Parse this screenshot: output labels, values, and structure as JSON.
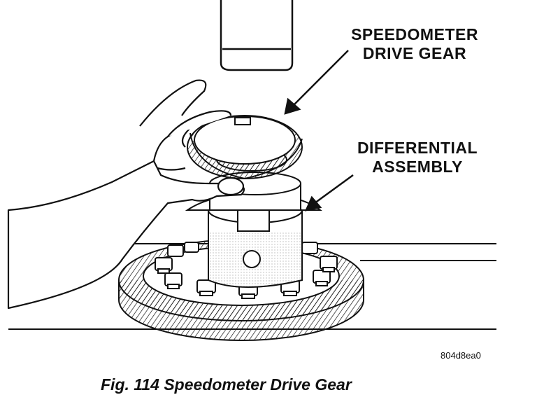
{
  "figure": {
    "callouts": {
      "speedometer_gear": [
        "SPEEDOMETER",
        "DRIVE GEAR"
      ],
      "differential": [
        "DIFFERENTIAL",
        "ASSEMBLY"
      ]
    },
    "reference_code": "804d8ea0",
    "caption": "Fig. 114 Speedometer Drive Gear"
  },
  "colors": {
    "ink": "#111111",
    "paper": "#ffffff",
    "shade": "#d9d9d9"
  }
}
